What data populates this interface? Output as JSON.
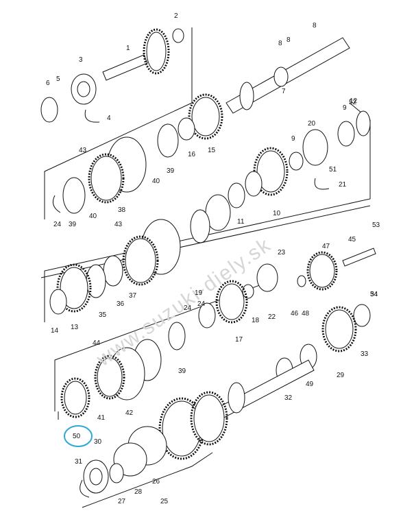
{
  "watermark": "www.suzuki-diely.sk",
  "highlight_color": "#2aa7d6",
  "highlighted_part": "50",
  "part_numbers": [
    "1",
    "2",
    "3",
    "4",
    "5",
    "6",
    "7",
    "8",
    "8",
    "8",
    "9",
    "9",
    "10",
    "11",
    "12",
    "13",
    "14",
    "15",
    "16",
    "17",
    "18",
    "19",
    "20",
    "21",
    "22",
    "23",
    "24",
    "24",
    "24",
    "25",
    "26",
    "27",
    "28",
    "29",
    "30",
    "31",
    "32",
    "33",
    "34",
    "35",
    "36",
    "37",
    "38",
    "39",
    "39",
    "39",
    "40",
    "40",
    "41",
    "42",
    "43",
    "43",
    "44",
    "45",
    "46",
    "47",
    "48",
    "49",
    "50",
    "51",
    "52",
    "53",
    "54"
  ]
}
